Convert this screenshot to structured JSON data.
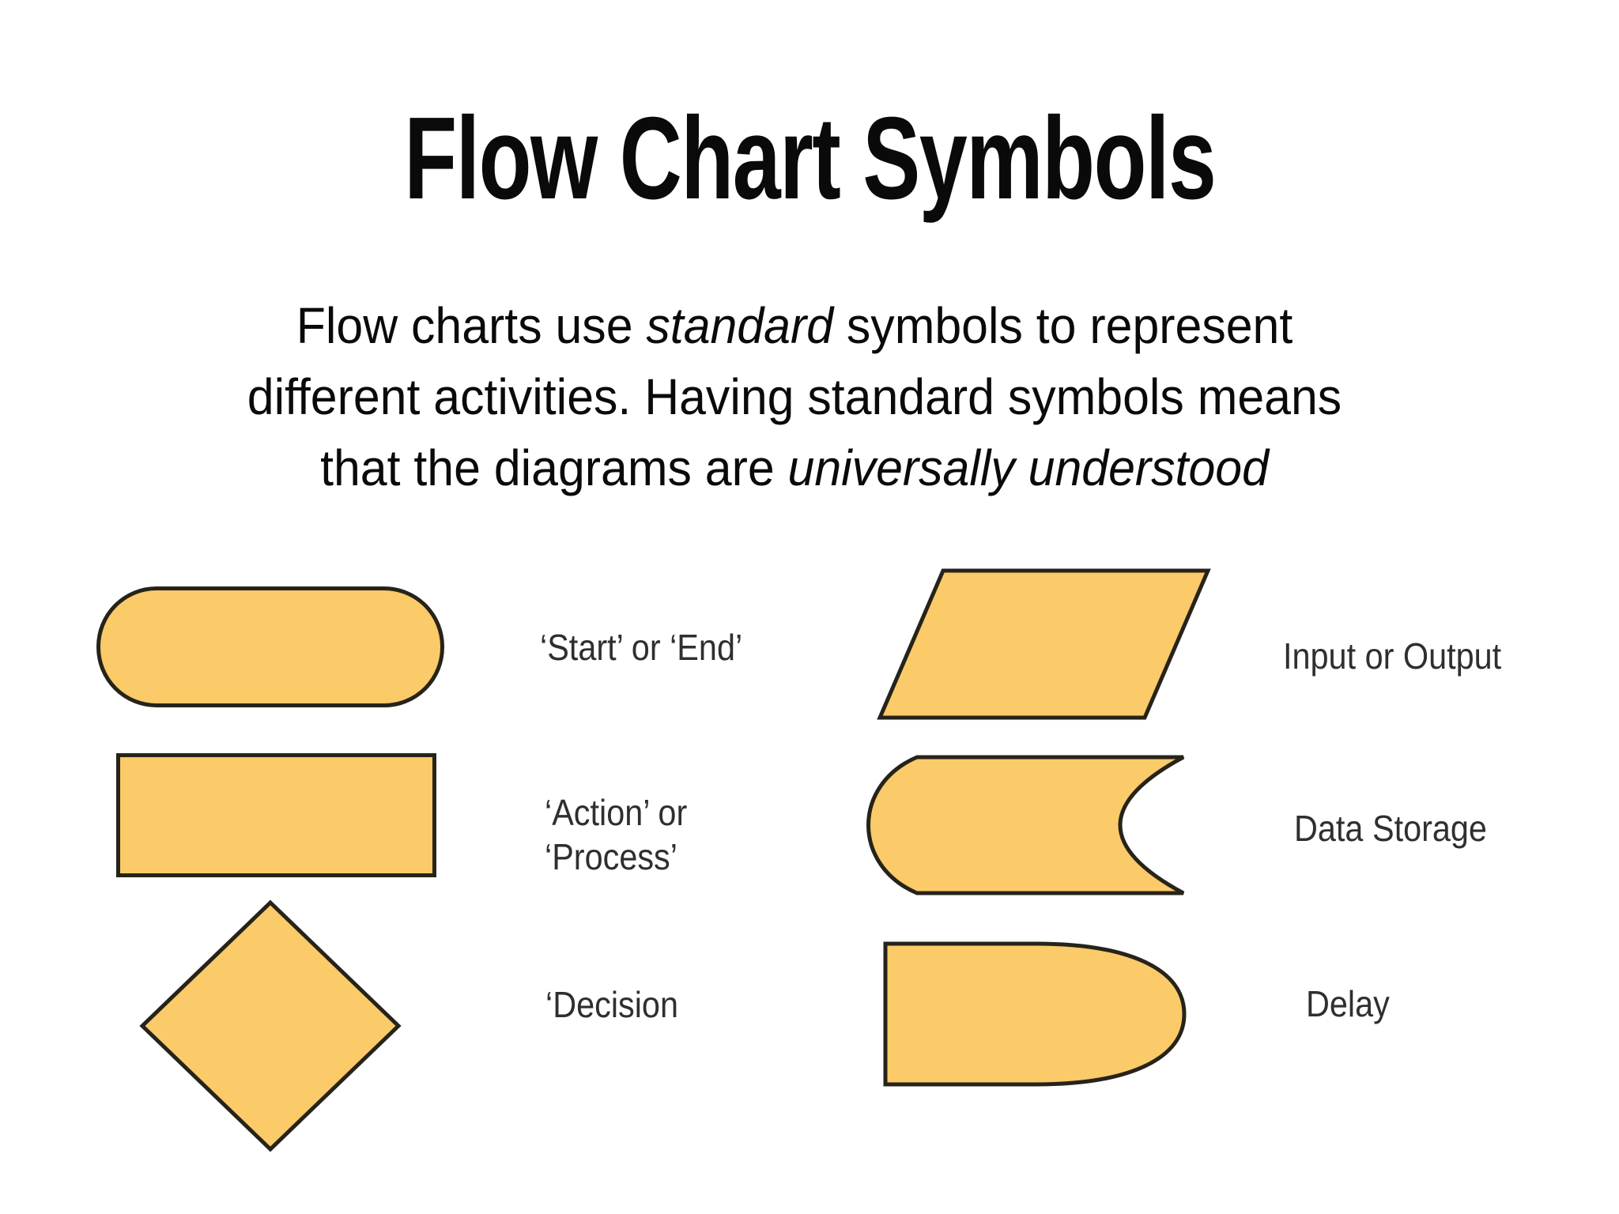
{
  "slide": {
    "title": "Flow Chart Symbols",
    "intro": {
      "line1_pre": "Flow charts use ",
      "line1_italic": "standard",
      "line1_post": " symbols to represent",
      "line2": "different activities. Having standard symbols means",
      "line3_pre": "that the diagrams are ",
      "line3_italic": "universally understood"
    }
  },
  "symbols": [
    {
      "shape": "terminator-rounded-rectangle",
      "label": "‘Start’ or ‘End’"
    },
    {
      "shape": "process-rectangle",
      "label_line1": "‘Action’ or",
      "label_line2": "‘Process’"
    },
    {
      "shape": "decision-diamond",
      "label": "‘Decision"
    },
    {
      "shape": "input-output-parallelogram",
      "label": "Input or Output"
    },
    {
      "shape": "stored-data",
      "label": "Data Storage"
    },
    {
      "shape": "delay-half-rounded",
      "label": "Delay"
    }
  ],
  "colors": {
    "background": "#FFFFFF",
    "shape_fill": "#FBCA69",
    "shape_stroke": "#26231A",
    "title_text": "#0A0A0A",
    "label_text": "#2F2F2F"
  }
}
